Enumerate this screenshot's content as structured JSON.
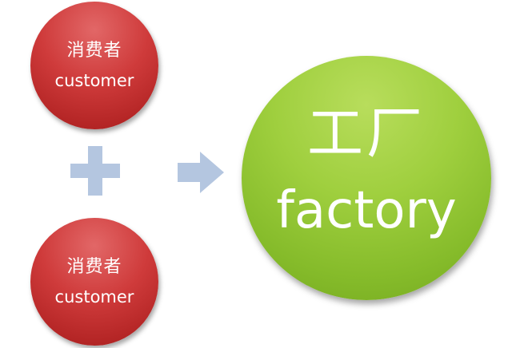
{
  "consumer_1": {
    "label_cn": "消费者",
    "label_en": "customer"
  },
  "consumer_2": {
    "label_cn": "消费者",
    "label_en": "customer"
  },
  "factory": {
    "label_cn": "工厂",
    "label_en": "factory"
  },
  "icons": {
    "plus": "plus-icon",
    "arrow": "arrow-right-icon"
  },
  "colors": {
    "consumer_circle": "#c93333",
    "factory_circle": "#9ccc3c",
    "connector": "#b4c6e0",
    "text": "#ffffff"
  }
}
